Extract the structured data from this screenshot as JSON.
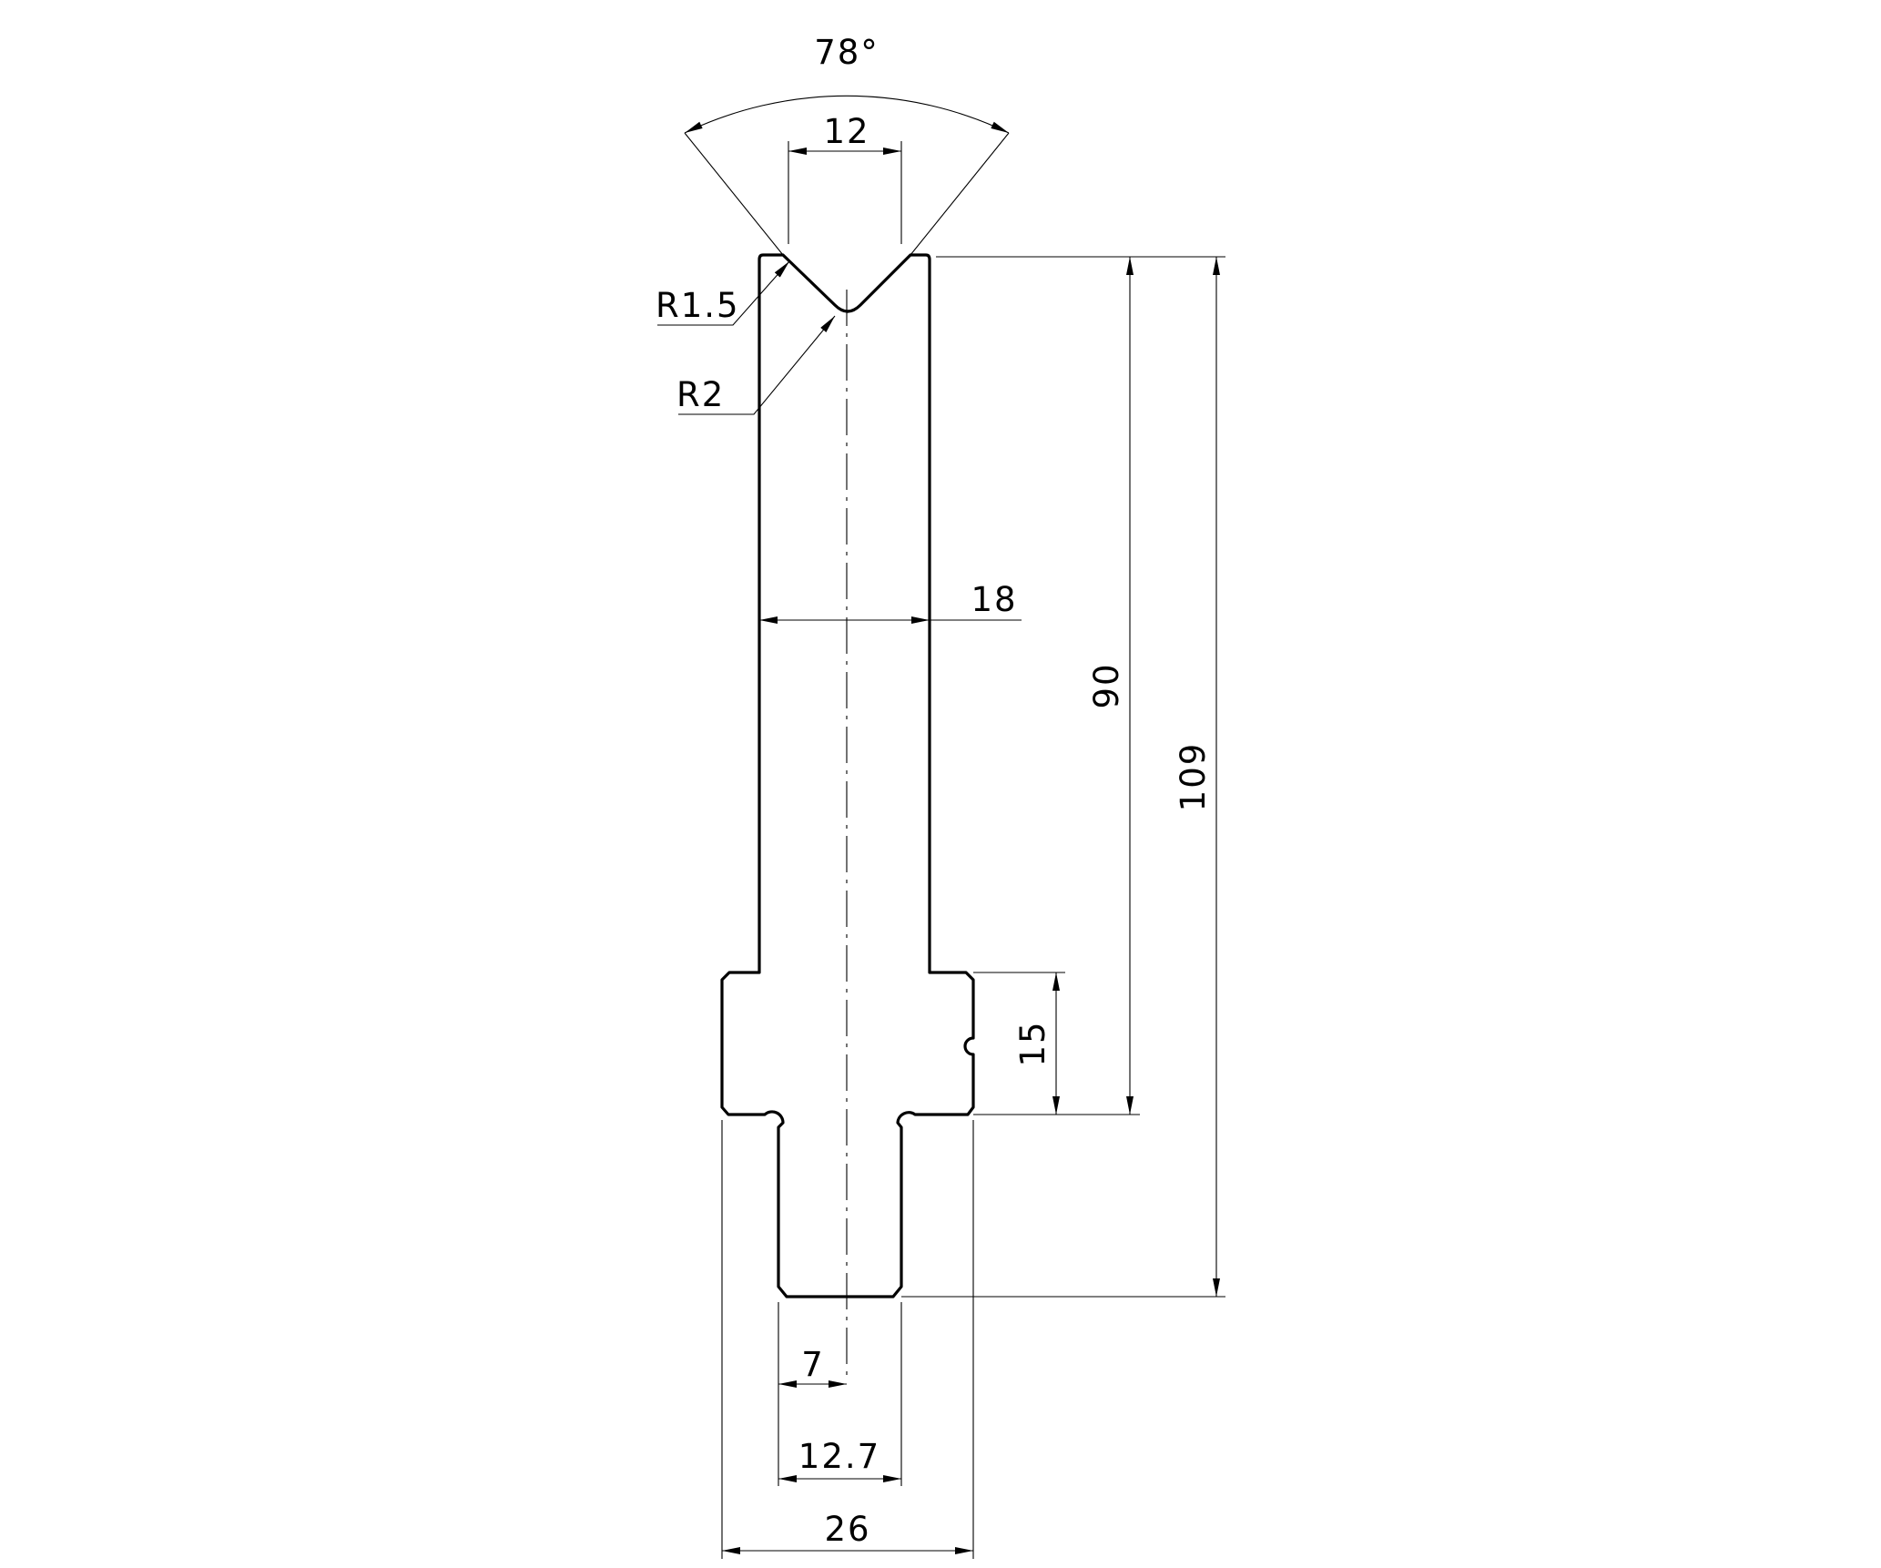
{
  "drawing": {
    "dimensions": {
      "angle": "78°",
      "v_opening": "12",
      "shoulder_radius": "R1.5",
      "bottom_radius": "R2",
      "body_width": "18",
      "height_to_shoulder": "90",
      "total_height": "109",
      "shoulder_height": "15",
      "tang_half_width": "7",
      "tang_width": "12.7",
      "base_width": "26"
    }
  }
}
